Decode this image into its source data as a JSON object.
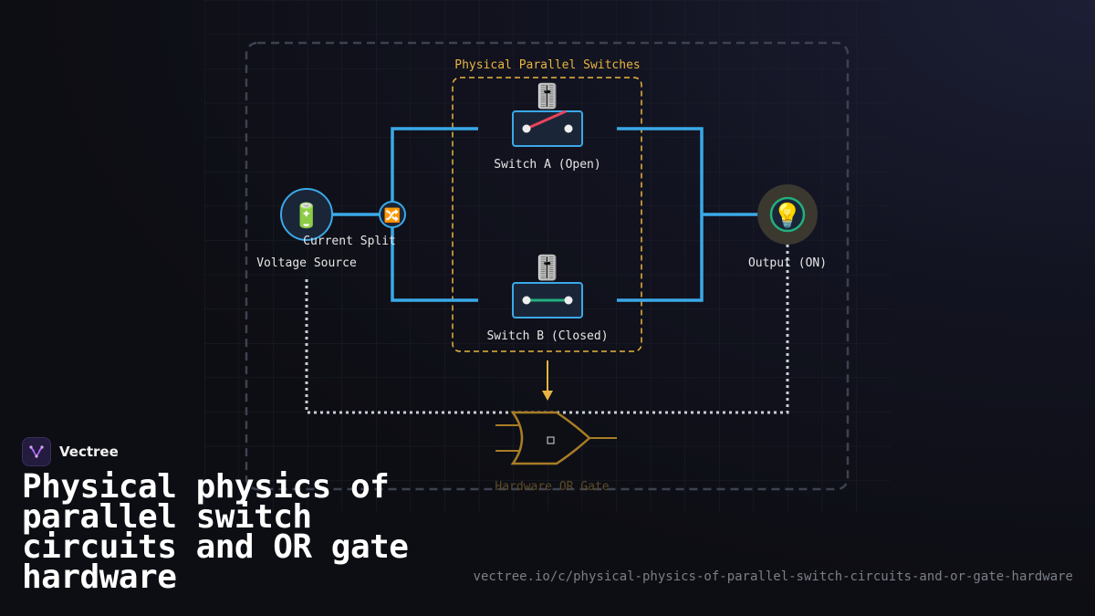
{
  "diagram": {
    "group_label": "Physical Parallel Switches",
    "nodes": {
      "source": {
        "icon": "🔋",
        "label": "Voltage Source"
      },
      "split": {
        "icon": "🔀",
        "label": "Current Split"
      },
      "switch_a": {
        "icon": "🎚️",
        "label": "Switch A (Open)",
        "state": "open"
      },
      "switch_b": {
        "icon": "🎚️",
        "label": "Switch B (Closed)",
        "state": "closed"
      },
      "output": {
        "icon": "💡",
        "label": "Output (ON)"
      },
      "or_gate": {
        "label": "Hardware OR Gate"
      }
    },
    "colors": {
      "wire": "#3aa9e8",
      "group_border": "#e9b441",
      "open_lever": "#e8435a",
      "closed_lever": "#22b07d",
      "ground_wire": "#c9ccd6",
      "or_gate": "#a87d26"
    }
  },
  "brand": {
    "name": "Vectree"
  },
  "title": "Physical physics of parallel switch circuits and OR gate hardware",
  "url": "vectree.io/c/physical-physics-of-parallel-switch-circuits-and-or-gate-hardware"
}
